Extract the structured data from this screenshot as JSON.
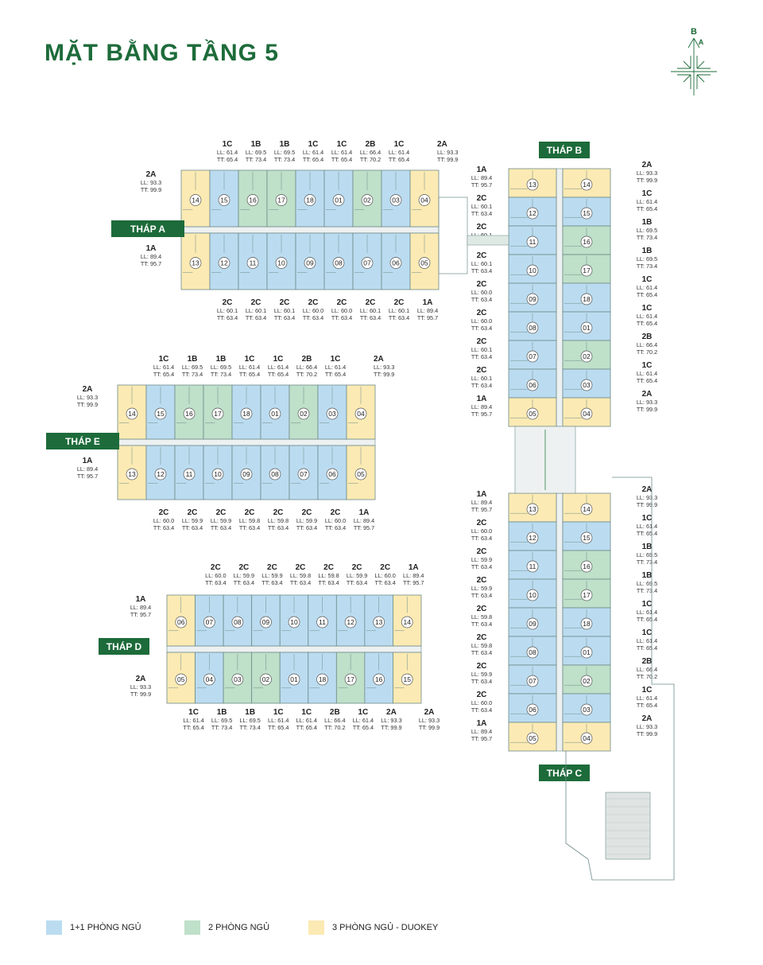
{
  "title": "MẶT BẰNG TẦNG 5",
  "compass": {
    "letters": [
      "B",
      "A"
    ]
  },
  "colors": {
    "type_1A": "#fbeab3",
    "type_1B": "#bfe0c9",
    "type_2A": "#fbeab3",
    "type_1C": "#bbdcf0",
    "type_2B": "#bfe0c9",
    "type_2C": "#bbdcf0",
    "accent": "#1d6b3a",
    "room_line": "#6d8a8a"
  },
  "legend": [
    {
      "color": "#bbdcf0",
      "label": "1+1 PHÒNG NGỦ"
    },
    {
      "color": "#bfe0c9",
      "label": "2 PHÒNG NGỦ"
    },
    {
      "color": "#fbeab3",
      "label": "3 PHÒNG NGỦ - DUOKEY"
    }
  ],
  "units": {
    "1A": {
      "ll": "LL: 89.4",
      "tt": "TT: 95.7"
    },
    "2A": {
      "ll": "LL: 93.3",
      "tt": "TT: 99.9"
    },
    "1B": {
      "ll": "LL: 69.5",
      "tt": "TT: 73.4"
    },
    "1C": {
      "ll": "LL: 61.4",
      "tt": "TT: 65.4"
    },
    "2B": {
      "ll": "LL: 66.4",
      "tt": "TT: 70.2"
    },
    "2C601": {
      "ll": "LL: 60.1",
      "tt": "TT: 63.4"
    },
    "2C600": {
      "ll": "LL: 60.0",
      "tt": "TT: 63.4"
    },
    "2C599": {
      "ll": "LL: 59.9",
      "tt": "TT: 63.4"
    },
    "2C598": {
      "ll": "LL: 59.8",
      "tt": "TT: 63.4"
    }
  },
  "towers": [
    {
      "name": "THÁP A",
      "top_row": [
        {
          "unit": "14",
          "type": "2A"
        },
        {
          "unit": "15",
          "type": "1C"
        },
        {
          "unit": "16",
          "type": "1B"
        },
        {
          "unit": "17",
          "type": "1B"
        },
        {
          "unit": "18",
          "type": "1C"
        },
        {
          "unit": "01",
          "type": "1C"
        },
        {
          "unit": "02",
          "type": "2B"
        },
        {
          "unit": "03",
          "type": "1C"
        },
        {
          "unit": "04",
          "type": "2A"
        }
      ],
      "bottom_row": [
        {
          "unit": "13",
          "type": "1A"
        },
        {
          "unit": "12",
          "type": "2C601"
        },
        {
          "unit": "11",
          "type": "2C601"
        },
        {
          "unit": "10",
          "type": "2C601"
        },
        {
          "unit": "09",
          "type": "2C600"
        },
        {
          "unit": "08",
          "type": "2C600"
        },
        {
          "unit": "07",
          "type": "2C601"
        },
        {
          "unit": "06",
          "type": "2C601"
        },
        {
          "unit": "05",
          "type": "1A"
        }
      ]
    },
    {
      "name": "THÁP E",
      "top_row": [
        {
          "unit": "14",
          "type": "2A"
        },
        {
          "unit": "15",
          "type": "1C"
        },
        {
          "unit": "16",
          "type": "1B"
        },
        {
          "unit": "17",
          "type": "1B"
        },
        {
          "unit": "18",
          "type": "1C"
        },
        {
          "unit": "01",
          "type": "1C"
        },
        {
          "unit": "02",
          "type": "2B"
        },
        {
          "unit": "03",
          "type": "1C"
        },
        {
          "unit": "04",
          "type": "2A"
        }
      ],
      "bottom_row": [
        {
          "unit": "13",
          "type": "1A"
        },
        {
          "unit": "12",
          "type": "2C600"
        },
        {
          "unit": "11",
          "type": "2C599"
        },
        {
          "unit": "10",
          "type": "2C599"
        },
        {
          "unit": "09",
          "type": "2C598"
        },
        {
          "unit": "08",
          "type": "2C598"
        },
        {
          "unit": "07",
          "type": "2C599"
        },
        {
          "unit": "06",
          "type": "2C600"
        },
        {
          "unit": "05",
          "type": "1A"
        }
      ]
    },
    {
      "name": "THÁP D",
      "top_row": [
        {
          "unit": "06",
          "type": "1A"
        },
        {
          "unit": "07",
          "type": "2C600"
        },
        {
          "unit": "08",
          "type": "2C599"
        },
        {
          "unit": "09",
          "type": "2C599"
        },
        {
          "unit": "10",
          "type": "2C598"
        },
        {
          "unit": "11",
          "type": "2C598"
        },
        {
          "unit": "12",
          "type": "2C599"
        },
        {
          "unit": "13",
          "type": "2C600"
        },
        {
          "unit": "14",
          "type": "1A"
        }
      ],
      "bottom_row": [
        {
          "unit": "05",
          "type": "2A"
        },
        {
          "unit": "04",
          "type": "1C"
        },
        {
          "unit": "03",
          "type": "1B"
        },
        {
          "unit": "02",
          "type": "1B"
        },
        {
          "unit": "01",
          "type": "1C"
        },
        {
          "unit": "18",
          "type": "1C"
        },
        {
          "unit": "17",
          "type": "2B"
        },
        {
          "unit": "16",
          "type": "1C"
        },
        {
          "unit": "15",
          "type": "2A"
        }
      ]
    },
    {
      "name": "THÁP B",
      "left_col": [
        {
          "unit": "13",
          "type": "1A"
        },
        {
          "unit": "12",
          "type": "2C601"
        },
        {
          "unit": "11",
          "type": "2C601"
        },
        {
          "unit": "10",
          "type": "2C601"
        },
        {
          "unit": "09",
          "type": "2C600"
        },
        {
          "unit": "08",
          "type": "2C600"
        },
        {
          "unit": "07",
          "type": "2C601"
        },
        {
          "unit": "06",
          "type": "2C601"
        },
        {
          "unit": "05",
          "type": "1A"
        }
      ],
      "right_col": [
        {
          "unit": "14",
          "type": "2A"
        },
        {
          "unit": "15",
          "type": "1C"
        },
        {
          "unit": "16",
          "type": "1B"
        },
        {
          "unit": "17",
          "type": "1B"
        },
        {
          "unit": "18",
          "type": "1C"
        },
        {
          "unit": "01",
          "type": "1C"
        },
        {
          "unit": "02",
          "type": "2B"
        },
        {
          "unit": "03",
          "type": "1C"
        },
        {
          "unit": "04",
          "type": "2A"
        }
      ]
    },
    {
      "name": "THÁP C",
      "left_col": [
        {
          "unit": "13",
          "type": "1A"
        },
        {
          "unit": "12",
          "type": "2C600"
        },
        {
          "unit": "11",
          "type": "2C599"
        },
        {
          "unit": "10",
          "type": "2C599"
        },
        {
          "unit": "09",
          "type": "2C598"
        },
        {
          "unit": "08",
          "type": "2C598"
        },
        {
          "unit": "07",
          "type": "2C599"
        },
        {
          "unit": "06",
          "type": "2C600"
        },
        {
          "unit": "05",
          "type": "1A"
        }
      ],
      "right_col": [
        {
          "unit": "14",
          "type": "2A"
        },
        {
          "unit": "15",
          "type": "1C"
        },
        {
          "unit": "16",
          "type": "1B"
        },
        {
          "unit": "17",
          "type": "1B"
        },
        {
          "unit": "18",
          "type": "1C"
        },
        {
          "unit": "01",
          "type": "1C"
        },
        {
          "unit": "02",
          "type": "2B"
        },
        {
          "unit": "03",
          "type": "1C"
        },
        {
          "unit": "04",
          "type": "2A"
        }
      ]
    }
  ]
}
